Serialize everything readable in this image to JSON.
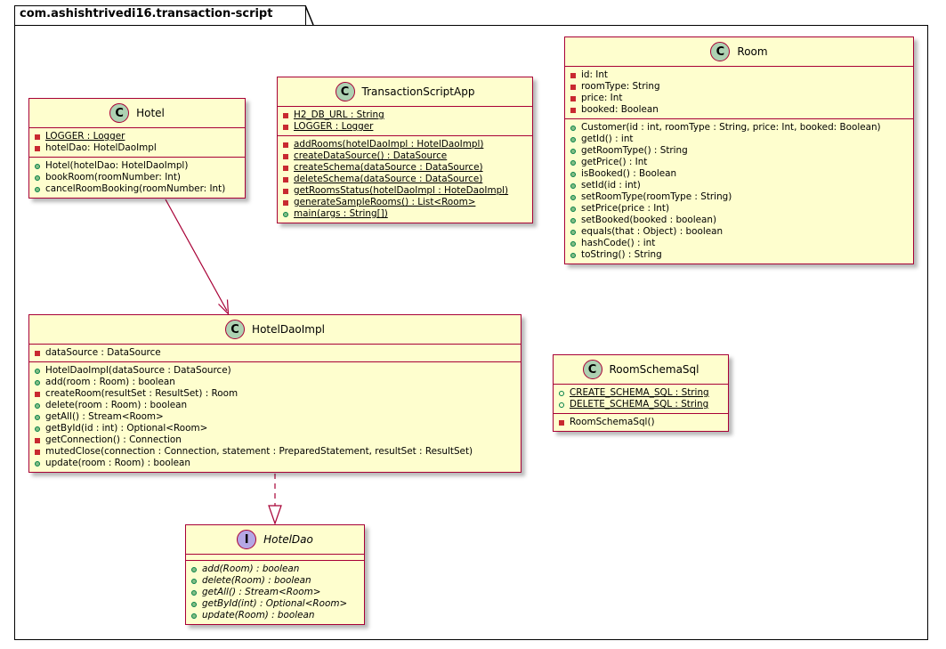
{
  "package": {
    "name": "com.ashishtrivedi16.transaction-script"
  },
  "classes": {
    "hotel": {
      "name": "Hotel",
      "stereotype_letter": "C",
      "fields": [
        {
          "text": "LOGGER : Logger",
          "vis": "private",
          "static": true
        },
        {
          "text": "hotelDao: HotelDaoImpl",
          "vis": "private",
          "static": false
        }
      ],
      "methods": [
        {
          "text": "Hotel(hotelDao: HotelDaoImpl)",
          "vis": "public"
        },
        {
          "text": "bookRoom(roomNumber: Int)",
          "vis": "public"
        },
        {
          "text": "cancelRoomBooking(roomNumber: Int)",
          "vis": "public"
        }
      ]
    },
    "app": {
      "name": "TransactionScriptApp",
      "stereotype_letter": "C",
      "fields": [
        {
          "text": "H2_DB_URL : String",
          "vis": "private",
          "static": true
        },
        {
          "text": "LOGGER : Logger",
          "vis": "private",
          "static": true
        }
      ],
      "methods": [
        {
          "text": "addRooms(hotelDaoImpl : HotelDaoImpl)",
          "vis": "private",
          "static": true
        },
        {
          "text": "createDataSource() : DataSource",
          "vis": "private",
          "static": true
        },
        {
          "text": "createSchema(dataSource : DataSource)",
          "vis": "private",
          "static": true
        },
        {
          "text": "deleteSchema(dataSource : DataSource)",
          "vis": "private",
          "static": true
        },
        {
          "text": "getRoomsStatus(hotelDaoImpl : HoteDaoImpl)",
          "vis": "private",
          "static": true
        },
        {
          "text": "generateSampleRooms() : List<Room>",
          "vis": "private",
          "static": true
        },
        {
          "text": "main(args : String[])",
          "vis": "public",
          "static": true
        }
      ]
    },
    "room": {
      "name": "Room",
      "stereotype_letter": "C",
      "fields": [
        {
          "text": "id: Int",
          "vis": "private"
        },
        {
          "text": "roomType: String",
          "vis": "private"
        },
        {
          "text": "price: Int",
          "vis": "private"
        },
        {
          "text": "booked: Boolean",
          "vis": "private"
        }
      ],
      "methods": [
        {
          "text": "Customer(id : int, roomType : String, price: Int, booked: Boolean)",
          "vis": "public"
        },
        {
          "text": "getId() : int",
          "vis": "public"
        },
        {
          "text": "getRoomType() : String",
          "vis": "public"
        },
        {
          "text": "getPrice() : Int",
          "vis": "public"
        },
        {
          "text": "isBooked() : Boolean",
          "vis": "public"
        },
        {
          "text": "setId(id : int)",
          "vis": "public"
        },
        {
          "text": "setRoomType(roomType : String)",
          "vis": "public"
        },
        {
          "text": "setPrice(price : Int)",
          "vis": "public"
        },
        {
          "text": "setBooked(booked : boolean)",
          "vis": "public"
        },
        {
          "text": "equals(that : Object) : boolean",
          "vis": "public"
        },
        {
          "text": "hashCode() : int",
          "vis": "public"
        },
        {
          "text": "toString() : String",
          "vis": "public"
        }
      ]
    },
    "daoimpl": {
      "name": "HotelDaoImpl",
      "stereotype_letter": "C",
      "fields": [
        {
          "text": "dataSource : DataSource",
          "vis": "private"
        }
      ],
      "methods": [
        {
          "text": "HotelDaoImpl(dataSource : DataSource)",
          "vis": "public"
        },
        {
          "text": "add(room : Room) : boolean",
          "vis": "public"
        },
        {
          "text": "createRoom(resultSet : ResultSet) : Room",
          "vis": "private"
        },
        {
          "text": "delete(room : Room) : boolean",
          "vis": "public"
        },
        {
          "text": "getAll() : Stream<Room>",
          "vis": "public"
        },
        {
          "text": "getById(id : int) : Optional<Room>",
          "vis": "public"
        },
        {
          "text": "getConnection() : Connection",
          "vis": "private"
        },
        {
          "text": "mutedClose(connection : Connection, statement : PreparedStatement, resultSet : ResultSet)",
          "vis": "private"
        },
        {
          "text": "update(room : Room) : boolean",
          "vis": "public"
        }
      ]
    },
    "schema": {
      "name": "RoomSchemaSql",
      "stereotype_letter": "C",
      "fields": [
        {
          "text": "CREATE_SCHEMA_SQL : String",
          "vis": "public",
          "static": true
        },
        {
          "text": "DELETE_SCHEMA_SQL : String",
          "vis": "public",
          "static": true
        }
      ],
      "methods": [
        {
          "text": "RoomSchemaSql()",
          "vis": "private"
        }
      ]
    },
    "dao": {
      "name": "HotelDao",
      "stereotype_letter": "I",
      "fields": [],
      "methods": [
        {
          "text": "add(Room) : boolean",
          "vis": "public",
          "abstract": true
        },
        {
          "text": "delete(Room) : boolean",
          "vis": "public",
          "abstract": true
        },
        {
          "text": "getAll() : Stream<Room>",
          "vis": "public",
          "abstract": true
        },
        {
          "text": "getById(int) : Optional<Room>",
          "vis": "public",
          "abstract": true
        },
        {
          "text": "update(Room) : boolean",
          "vis": "public",
          "abstract": true
        }
      ]
    }
  },
  "relations": [
    {
      "from": "Hotel",
      "to": "HotelDaoImpl",
      "kind": "association"
    },
    {
      "from": "HotelDaoImpl",
      "to": "HotelDao",
      "kind": "realization"
    }
  ],
  "colors": {
    "class_fill": "#FEFECE",
    "class_border": "#A80036",
    "class_badge": "#ADD1B2",
    "interface_badge": "#B4A7E5",
    "private_marker": "#C82930",
    "public_marker": "#84BE84"
  }
}
